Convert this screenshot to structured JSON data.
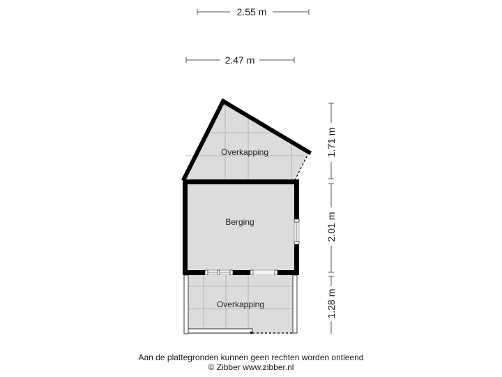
{
  "dimensions": {
    "top_outer": "2.55 m",
    "top_inner": "2.47 m",
    "right_top": "1.71 m",
    "right_middle": "2.01 m",
    "right_bottom": "1.28 m"
  },
  "rooms": [
    {
      "label": "Overkapping"
    },
    {
      "label": "Berging"
    },
    {
      "label": "Overkapping"
    }
  ],
  "footer": {
    "disclaimer": "Aan de plattegronden kunnen geen rechten worden ontleend",
    "copyright": "© Zibber www.zibber.nl"
  },
  "colors": {
    "floor": "#dcdcdc",
    "wall": "#000000",
    "grid": "#a8a8a8",
    "dim_line": "#555555"
  }
}
